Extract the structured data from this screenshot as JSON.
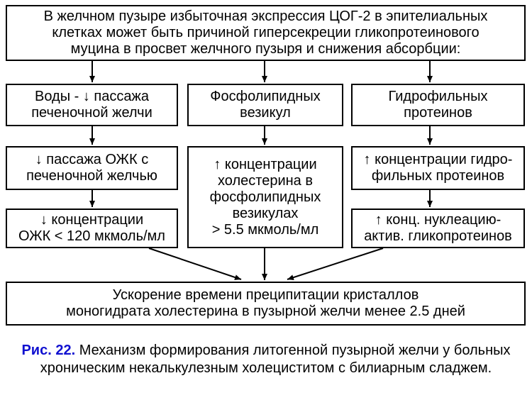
{
  "boxes": {
    "top": [
      "В желчном пузыре избыточная экспрессия ЦОГ-2 в эпителиальных",
      "клетках может быть причиной гиперсекреции гликопротеинового",
      "муцина в просвет желчного пузыря и снижения абсорбции:"
    ],
    "col1_row1": [
      "Воды - ↓ пассажа",
      "печеночной желчи"
    ],
    "col1_row2": [
      "↓ пассажа ОЖК с",
      "печеночной желчью"
    ],
    "col1_row3": [
      "↓ концентрации",
      "ОЖК < 120 мкмоль/мл"
    ],
    "col2_row1": [
      "Фосфолипидных",
      "везикул"
    ],
    "col2_row2": [
      "↑ концентрации",
      "холестерина в",
      "фосфолипидных",
      "везикулах",
      "> 5.5 мкмоль/мл"
    ],
    "col3_row1": [
      "Гидрофильных",
      "протеинов"
    ],
    "col3_row2": [
      "↑ концентрации гидро-",
      "фильных протеинов"
    ],
    "col3_row3": [
      "↑ конц. нуклеацию-",
      "актив. гликопротеинов"
    ],
    "bottom": [
      "Ускорение времени преципитации кристаллов",
      "моногидрата холестерина в пузырной желчи менее 2.5 дней"
    ]
  },
  "caption": {
    "label": "Рис. 22.",
    "text": " Механизм формирования литогенной пузырной желчи у больных хроническим некалькулезным холециститом с билиарным сладжем."
  }
}
